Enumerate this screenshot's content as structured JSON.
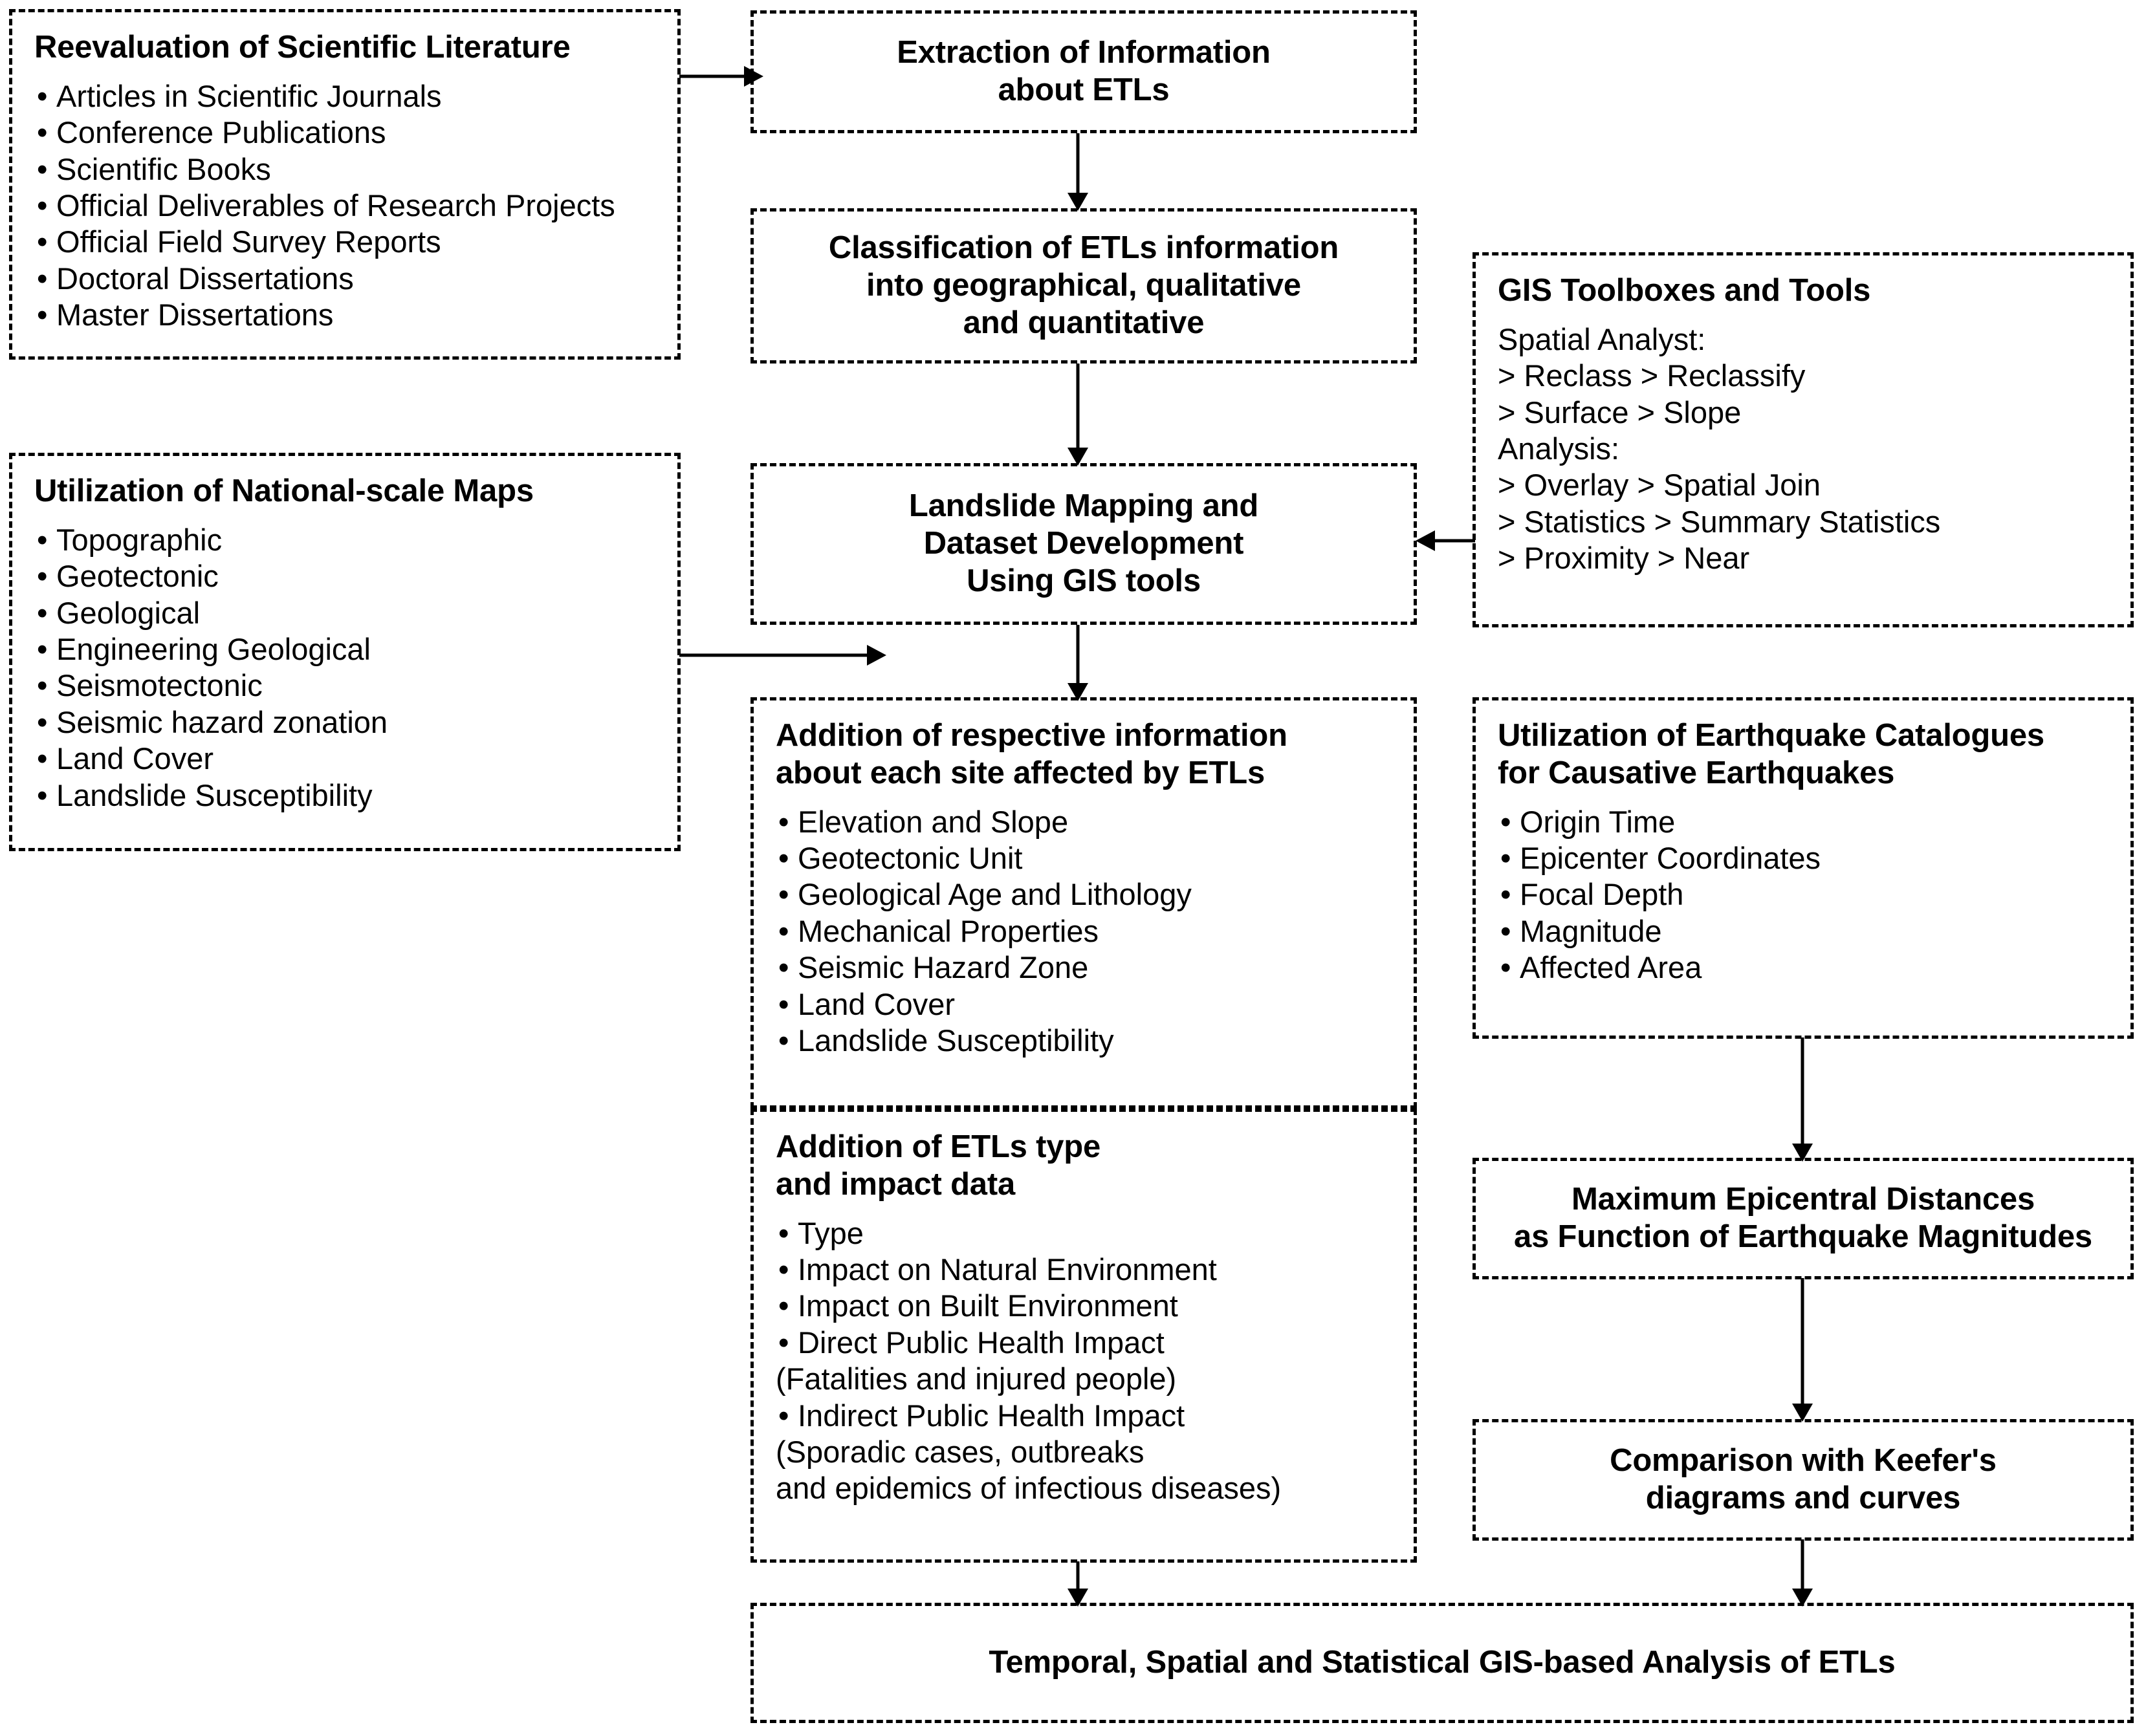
{
  "diagram": {
    "title": "ETLs GIS-based Methodology Flowchart",
    "accent_color": "#000000",
    "background_color": "#ffffff"
  },
  "boxes": {
    "literature": {
      "title": "Reevaluation of Scientific Literature",
      "items": [
        "Articles in Scientific Journals",
        "Conference Publications",
        "Scientific Books",
        "Official Deliverables of Research Projects",
        "Official Field Survey Reports",
        "Doctoral Dissertations",
        "Master Dissertations"
      ]
    },
    "extraction": {
      "line1": "Extraction of Information",
      "line2": "about ETLs"
    },
    "classification": {
      "line1": "Classification of ETLs information",
      "line2": "into geographical, qualitative",
      "line3": "and quantitative"
    },
    "gis_tools": {
      "title": "GIS Toolboxes and Tools",
      "lines": [
        "Spatial Analyst:",
        "> Reclass > Reclassify",
        "> Surface > Slope",
        "Analysis:",
        "> Overlay > Spatial Join",
        "> Statistics > Summary Statistics",
        "> Proximity > Near"
      ]
    },
    "national_maps": {
      "title": "Utilization of National-scale Maps",
      "items": [
        "Topographic",
        "Geotectonic",
        "Geological",
        "Engineering Geological",
        "Seismotectonic",
        "Seismic hazard zonation",
        "Land Cover",
        "Landslide Susceptibility"
      ]
    },
    "landslide_mapping": {
      "line1": "Landslide Mapping and",
      "line2": "Dataset Development",
      "line3": "Using GIS tools"
    },
    "site_info": {
      "title_line1": "Addition of respective information",
      "title_line2": "about each site affected by ETLs",
      "items": [
        "Elevation and Slope",
        "Geotectonic Unit",
        "Geological Age and Lithology",
        "Mechanical Properties",
        "Seismic Hazard Zone",
        "Land Cover",
        "Landslide Susceptibility"
      ]
    },
    "etl_impact": {
      "title_line1": "Addition of ETLs type",
      "title_line2": "and impact data",
      "lines": [
        {
          "text": "Type",
          "bullet": true
        },
        {
          "text": "Impact on Natural Environment",
          "bullet": true
        },
        {
          "text": "Impact on Built Environment",
          "bullet": true
        },
        {
          "text": "Direct Public Health Impact",
          "bullet": true
        },
        {
          "text": "(Fatalities and injured people)",
          "bullet": false
        },
        {
          "text": "Indirect Public Health Impact",
          "bullet": true
        },
        {
          "text": "(Sporadic cases, outbreaks",
          "bullet": false
        },
        {
          "text": "and epidemics of infectious diseases)",
          "bullet": false
        }
      ]
    },
    "eq_catalogues": {
      "title_line1": "Utilization of Earthquake Catalogues",
      "title_line2": "for Causative Earthquakes",
      "items": [
        "Origin Time",
        "Epicenter Coordinates",
        "Focal Depth",
        "Magnitude",
        "Affected Area"
      ]
    },
    "max_distances": {
      "line1": "Maximum Epicentral Distances",
      "line2": "as Function of Earthquake Magnitudes"
    },
    "keefer": {
      "line1": "Comparison with Keefer's",
      "line2": "diagrams and curves"
    },
    "final_analysis": {
      "title": "Temporal, Spatial and Statistical GIS-based Analysis of ETLs"
    }
  }
}
